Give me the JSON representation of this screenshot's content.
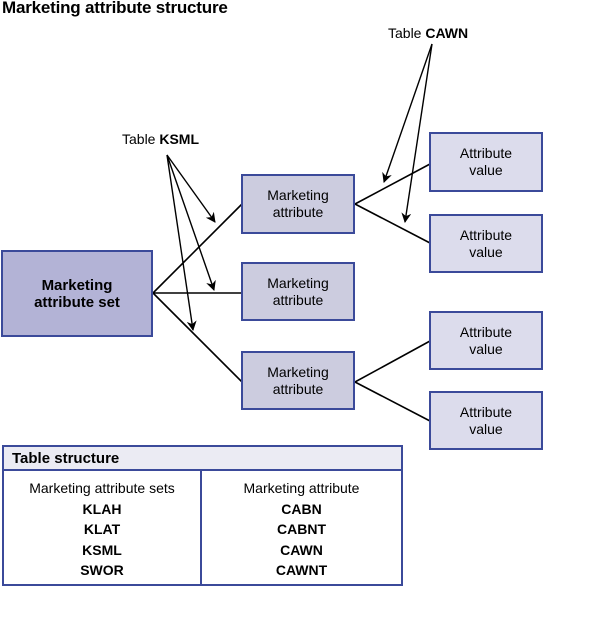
{
  "title": "Marketing attribute structure",
  "callouts": {
    "ksml": {
      "prefix": "Table ",
      "table": "KSML"
    },
    "cawn": {
      "prefix": "Table ",
      "table": "CAWN"
    }
  },
  "nodes": {
    "set": {
      "line1": "Marketing",
      "line2": "attribute set"
    },
    "attributes": [
      {
        "line1": "Marketing",
        "line2": "attribute"
      },
      {
        "line1": "Marketing",
        "line2": "attribute"
      },
      {
        "line1": "Marketing",
        "line2": "attribute"
      }
    ],
    "values": [
      {
        "line1": "Attribute",
        "line2": "value"
      },
      {
        "line1": "Attribute",
        "line2": "value"
      },
      {
        "line1": "Attribute",
        "line2": "value"
      },
      {
        "line1": "Attribute",
        "line2": "value"
      }
    ]
  },
  "table_structure": {
    "heading": "Table structure",
    "columns": [
      {
        "header": "Marketing attribute sets",
        "tables": [
          "KLAH",
          "KLAT",
          "KSML",
          "SWOR"
        ]
      },
      {
        "header": "Marketing attribute",
        "tables": [
          "CABN",
          "CABNT",
          "CAWN",
          "CAWNT"
        ]
      }
    ]
  },
  "colors": {
    "border": "#3b4a9a",
    "set_fill": "#b3b3d6",
    "attribute_fill": "#ccccdf",
    "value_fill": "#dcdcec"
  }
}
